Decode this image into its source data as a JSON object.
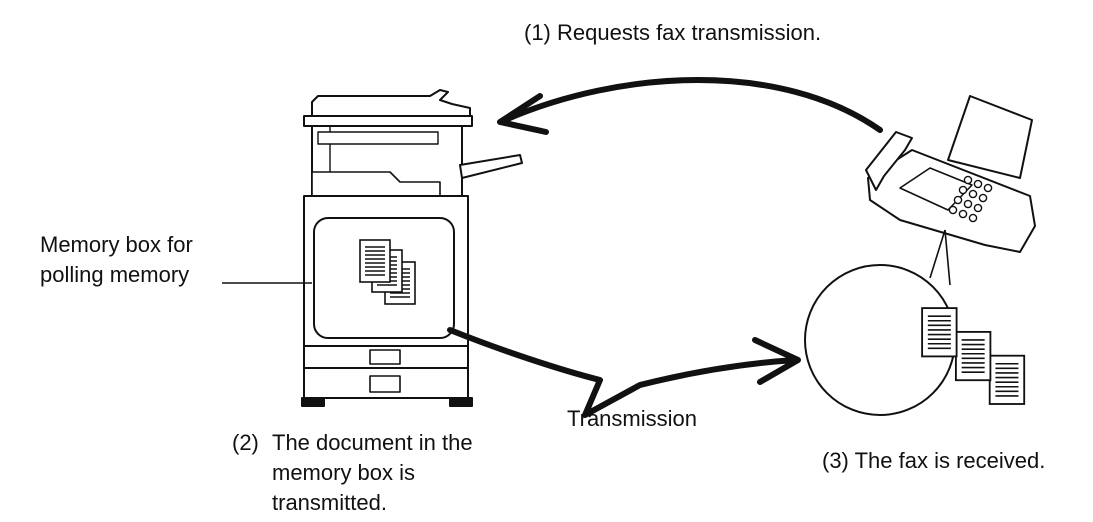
{
  "step1": {
    "number": "(1)",
    "text": "Requests fax transmission."
  },
  "step2": {
    "number": "(2)",
    "lines": [
      "The document in the",
      "memory box is",
      "transmitted."
    ]
  },
  "step3": {
    "number": "(3)",
    "text": "The fax is received."
  },
  "memory_box_label": {
    "lines": [
      "Memory box for",
      "polling memory"
    ]
  },
  "transmission_label": "Transmission",
  "colors": {
    "line": "#111111",
    "fill": "#ffffff"
  }
}
